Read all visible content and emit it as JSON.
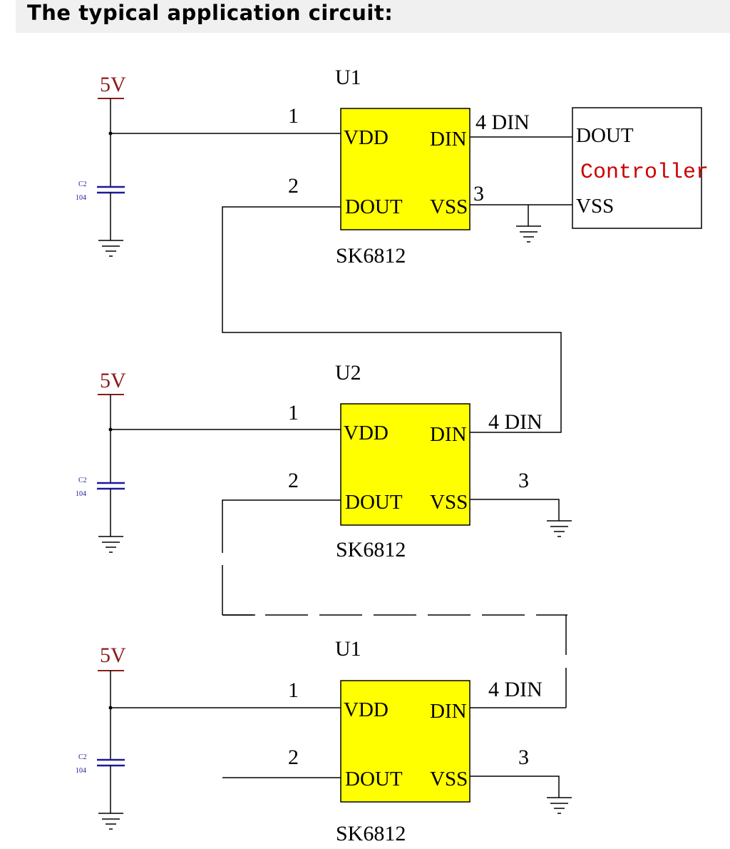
{
  "header": {
    "title": "The typical application circuit:"
  },
  "colors": {
    "chip_fill": "#ffff00",
    "wire": "#000000",
    "capacitor": "#1a1a9c",
    "power_label": "#8b1a1a",
    "controller_label": "#cc0000"
  },
  "units": [
    {
      "ref": "U1",
      "part": "SK6812",
      "power": "5V",
      "cap_ref": "C2",
      "cap_value": "104",
      "pins": {
        "vdd": "VDD",
        "din": "DIN",
        "dout": "DOUT",
        "vss": "VSS"
      },
      "pin_numbers": {
        "p1": "1",
        "p2": "2",
        "p3": "3",
        "p4": "4 DIN"
      }
    },
    {
      "ref": "U2",
      "part": "SK6812",
      "power": "5V",
      "cap_ref": "C2",
      "cap_value": "104",
      "pins": {
        "vdd": "VDD",
        "din": "DIN",
        "dout": "DOUT",
        "vss": "VSS"
      },
      "pin_numbers": {
        "p1": "1",
        "p2": "2",
        "p3": "3",
        "p4": "4 DIN"
      }
    },
    {
      "ref": "U1",
      "part": "SK6812",
      "power": "5V",
      "cap_ref": "C2",
      "cap_value": "104",
      "pins": {
        "vdd": "VDD",
        "din": "DIN",
        "dout": "DOUT",
        "vss": "VSS"
      },
      "pin_numbers": {
        "p1": "1",
        "p2": "2",
        "p3": "3",
        "p4": "4 DIN"
      }
    }
  ],
  "controller": {
    "dout": "DOUT",
    "name": "Controller",
    "vss": "VSS"
  }
}
